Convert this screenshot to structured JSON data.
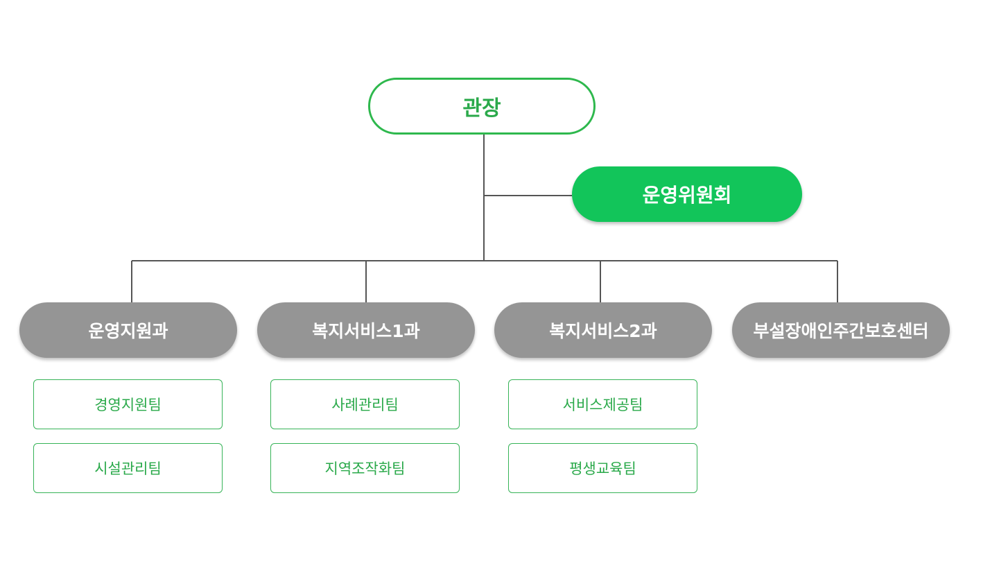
{
  "org": {
    "head": {
      "label": "관장"
    },
    "committee": {
      "label": "운영위원회"
    },
    "departments": [
      {
        "label": "운영지원과",
        "teams": [
          "경영지원팀",
          "시설관리팀"
        ]
      },
      {
        "label": "복지서비스1과",
        "teams": [
          "사례관리팀",
          "지역조작화팀"
        ]
      },
      {
        "label": "복지서비스2과",
        "teams": [
          "서비스제공팀",
          "평생교육팀"
        ]
      },
      {
        "label": "부설장애인주간보호센터",
        "teams": []
      }
    ]
  },
  "colors": {
    "head_border": "#2eb84d",
    "committee_fill": "#12c55a",
    "department_fill": "#959595",
    "team_border": "#36b357",
    "line": "#555555"
  }
}
